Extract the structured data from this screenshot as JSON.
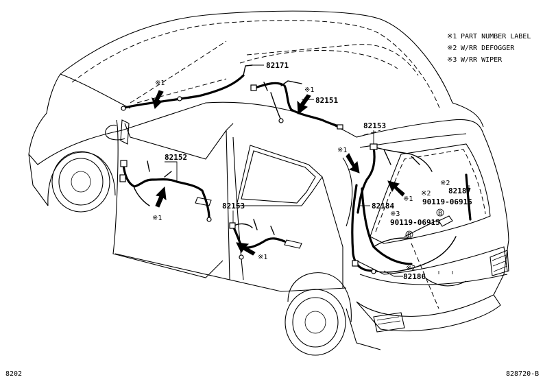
{
  "legend": {
    "items": [
      {
        "mark": "※1",
        "text": "PART NUMBER LABEL"
      },
      {
        "mark": "※2",
        "text": "W/RR DEFOGGER"
      },
      {
        "mark": "※3",
        "text": "W/RR WIPER"
      }
    ]
  },
  "callouts": {
    "c82171": "82171",
    "c82151": "82151",
    "c82153_roof": "82153",
    "c82152": "82152",
    "c82153_door": "82153",
    "c82184": "82184",
    "c82187": "82187",
    "c82186": "82186",
    "p90119_a": "90119-06915",
    "p90119_b": "90119-06915",
    "circ_b1": "B",
    "circ_b2": "B"
  },
  "marks": {
    "m1_top": "※1",
    "m1_roof": "※1",
    "m1_tail": "※1",
    "m1_tail2": "※1",
    "m1_door": "※1",
    "m1_rear": "※1",
    "m2_a": "※2",
    "m2_b": "※2",
    "m2_c": "※2",
    "m3": "※3"
  },
  "footer": {
    "left": "8202",
    "right": "828720-B"
  }
}
